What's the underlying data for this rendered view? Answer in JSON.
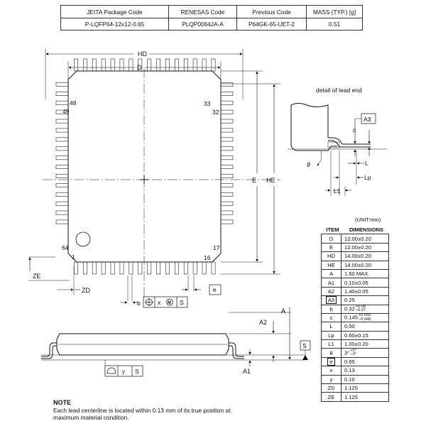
{
  "header_table": {
    "columns": [
      "JEITA Package Code",
      "RENESAS Code",
      "Previous Code",
      "MASS (TYP.) [g]"
    ],
    "row": [
      "P-LQFP64-12x12-0.65",
      "PLQP0064JA-A",
      "P64GK-65-UET-2",
      "0.51"
    ]
  },
  "top_view": {
    "dim_hd": "HD",
    "dim_d": "D",
    "dim_e": "E",
    "dim_he": "HE",
    "dim_ze": "ZE",
    "dim_zd": "ZD",
    "pin_labels": {
      "p48": "48",
      "p33": "33",
      "p49": "49",
      "p32": "32",
      "p64": "64",
      "p17": "17",
      "p1": "1",
      "p16": "16"
    },
    "frame_b": "b",
    "frame_x": "x",
    "frame_s": "S",
    "pitch_e": "e"
  },
  "lead_detail": {
    "title": "detail of lead end",
    "a3": "A3",
    "c": "c",
    "theta": "θ",
    "l": "L",
    "lp": "Lp",
    "l1": "L1"
  },
  "side_view": {
    "a": "A",
    "a2": "A2",
    "a1": "A1",
    "s": "S",
    "frame_y": "y",
    "frame_s": "S"
  },
  "dimensions": {
    "unit": "(UNIT:mm)",
    "headers": [
      "ITEM",
      "DIMENSIONS"
    ],
    "rows": [
      {
        "item": "D",
        "value": "12.00±0.20"
      },
      {
        "item": "E",
        "value": "12.00±0.20"
      },
      {
        "item": "HD",
        "value": "14.00±0.20"
      },
      {
        "item": "HE",
        "value": "14.00±0.20"
      },
      {
        "item": "A",
        "value": "1.60 MAX."
      },
      {
        "item": "A1",
        "value": "0.10±0.05"
      },
      {
        "item": "A2",
        "value": "1.40±0.05"
      },
      {
        "item": "A3",
        "value": "0.25",
        "boxed": true
      },
      {
        "item": "b",
        "value": "0.32",
        "tol_plus": "+0.08",
        "tol_minus": "−0.07"
      },
      {
        "item": "c",
        "value": "0.145",
        "tol_plus": "+0.055",
        "tol_minus": "−0.045"
      },
      {
        "item": "L",
        "value": "0.50"
      },
      {
        "item": "Lp",
        "value": "0.60±0.15"
      },
      {
        "item": "L1",
        "value": "1.00±0.20"
      },
      {
        "item": "θ",
        "value": "3°",
        "tol_plus": "+5°",
        "tol_minus": "−3°"
      },
      {
        "item": "e",
        "value": "0.65",
        "boxed": true
      },
      {
        "item": "x",
        "value": "0.13"
      },
      {
        "item": "y",
        "value": "0.10"
      },
      {
        "item": "ZD",
        "value": "1.125"
      },
      {
        "item": "ZE",
        "value": "1.125"
      }
    ]
  },
  "note": {
    "title": "NOTE",
    "text": "Each lead centerline is located within 0.13 mm of its true position at maximum material condition."
  }
}
